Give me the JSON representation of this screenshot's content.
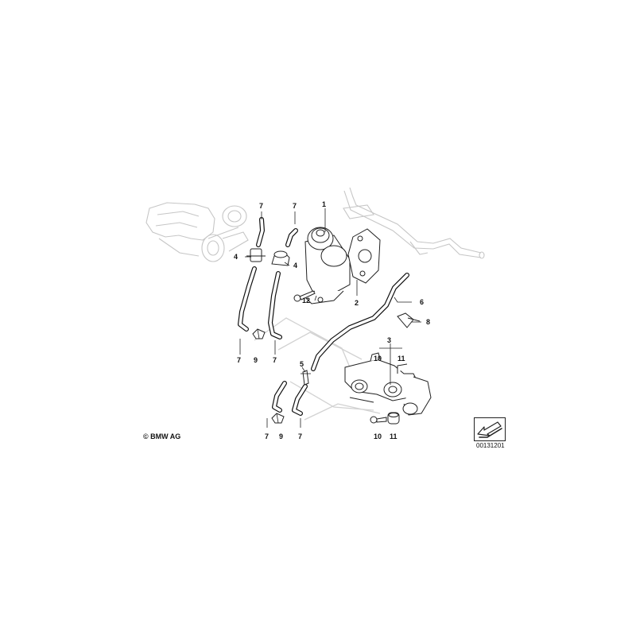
{
  "callouts": {
    "c1": "1",
    "c2": "2",
    "c3": "3",
    "c4a": "4",
    "c4b": "4",
    "c5": "5",
    "c6": "6",
    "c7a": "7",
    "c7b": "7",
    "c7c": "7",
    "c7d": "7",
    "c7e": "7",
    "c7f": "7",
    "c8": "8",
    "c9a": "9",
    "c9b": "9",
    "c10a": "10",
    "c10b": "10",
    "c11a": "11",
    "c11b": "11",
    "c12": "12"
  },
  "copyright": "© BMW AG",
  "catalog_number": "00131201",
  "colors": {
    "line": "#222222",
    "ghost_line": "#c6c6c6",
    "background": "#ffffff"
  }
}
